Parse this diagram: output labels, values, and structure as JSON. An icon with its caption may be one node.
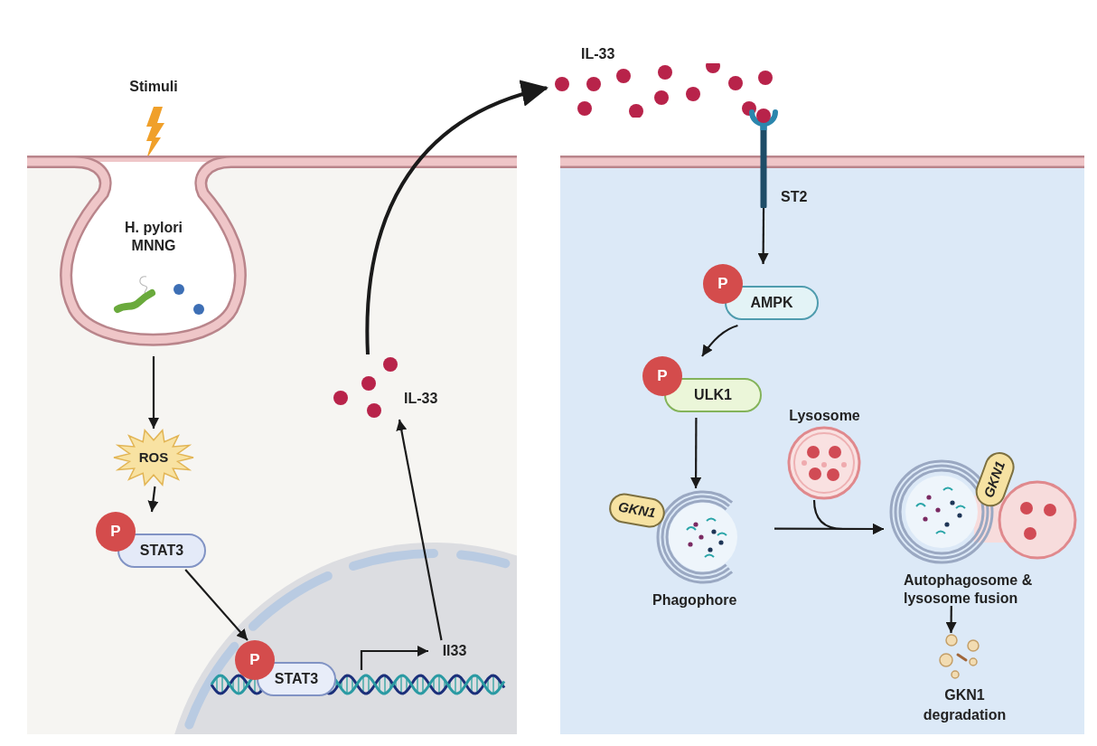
{
  "diagram": {
    "nodes": [
      {
        "text": [
          "Stimuli"
        ]
      },
      {
        "text": [],
        "shape": "box"
      },
      {
        "text": [
          "H. pylori MNNG"
        ],
        "in": 1
      },
      {
        "text": [
          "ROS"
        ],
        "in": 1
      },
      {
        "text": [
          "P",
          "STAT3"
        ],
        "in": 1
      },
      {
        "text": [
          "IL-33"
        ],
        "in": 1
      },
      {
        "text": [],
        "shape": "circle",
        "in": 1
      },
      {
        "text": [
          "P",
          "STAT3"
        ],
        "in": 6
      },
      {
        "text": [
          "Il33"
        ],
        "in": 6
      },
      {
        "text": [
          "IL-33"
        ]
      },
      {
        "text": [],
        "shape": "box"
      },
      {
        "text": [
          "ST2"
        ]
      },
      {
        "text": [
          "P",
          "AMPK"
        ],
        "in": 10
      },
      {
        "text": [
          "P",
          "ULK1"
        ],
        "in": 10
      },
      {
        "text": [
          "Lysosome"
        ],
        "in": 10
      },
      {
        "text": [
          "GKN1",
          "Phagophore"
        ],
        "in": 10
      },
      {
        "text": [
          "GKN1",
          "Autophagosome & lysosome fusion"
        ],
        "in": 10
      },
      {
        "text": [
          "GKN1 degradation"
        ],
        "in": 10
      }
    ],
    "edges": [
      {
        "from": 2,
        "to": 3,
        "arrow": "to"
      },
      {
        "from": 3,
        "to": 4,
        "arrow": "to"
      },
      {
        "from": 4,
        "to": 7,
        "arrow": "to"
      },
      {
        "from": 7,
        "to": 8,
        "arrow": "to"
      },
      {
        "from": 8,
        "to": 5,
        "arrow": "to"
      },
      {
        "from": 5,
        "to": 9,
        "arrow": "to"
      },
      {
        "from": 11,
        "to": 12,
        "arrow": "to"
      },
      {
        "from": 12,
        "to": 13,
        "arrow": "to"
      },
      {
        "from": 13,
        "to": 15,
        "arrow": "to"
      },
      {
        "from": 15,
        "to": 16,
        "arrow": "to"
      },
      {
        "from": 14,
        "to": 16,
        "arrow": "to"
      },
      {
        "from": 16,
        "to": 17,
        "arrow": "to"
      }
    ]
  }
}
